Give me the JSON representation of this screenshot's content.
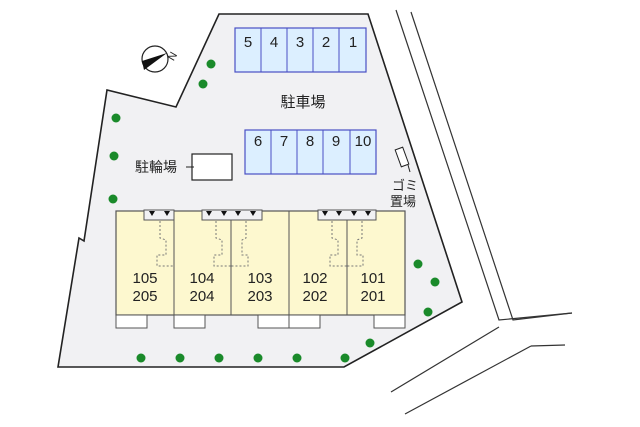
{
  "colors": {
    "lot_fill": "#f1f1f3",
    "outline": "#222222",
    "parking_fill": "#dcefff",
    "parking_stroke": "#4a4fc4",
    "building_fill": "#fdf8cf",
    "tree": "#1a8a2a"
  },
  "compass": {
    "label": "N"
  },
  "labels": {
    "parking_lot": "駐車場",
    "bicycle_parking": "駐輪場",
    "garbage_line1": "ゴミ",
    "garbage_line2": "置場"
  },
  "parking_top": [
    "5",
    "4",
    "3",
    "2",
    "1"
  ],
  "parking_bottom": [
    "6",
    "7",
    "8",
    "9",
    "10"
  ],
  "units": [
    {
      "floor1": "105",
      "floor2": "205"
    },
    {
      "floor1": "104",
      "floor2": "204"
    },
    {
      "floor1": "103",
      "floor2": "203"
    },
    {
      "floor1": "102",
      "floor2": "202"
    },
    {
      "floor1": "101",
      "floor2": "201"
    }
  ]
}
